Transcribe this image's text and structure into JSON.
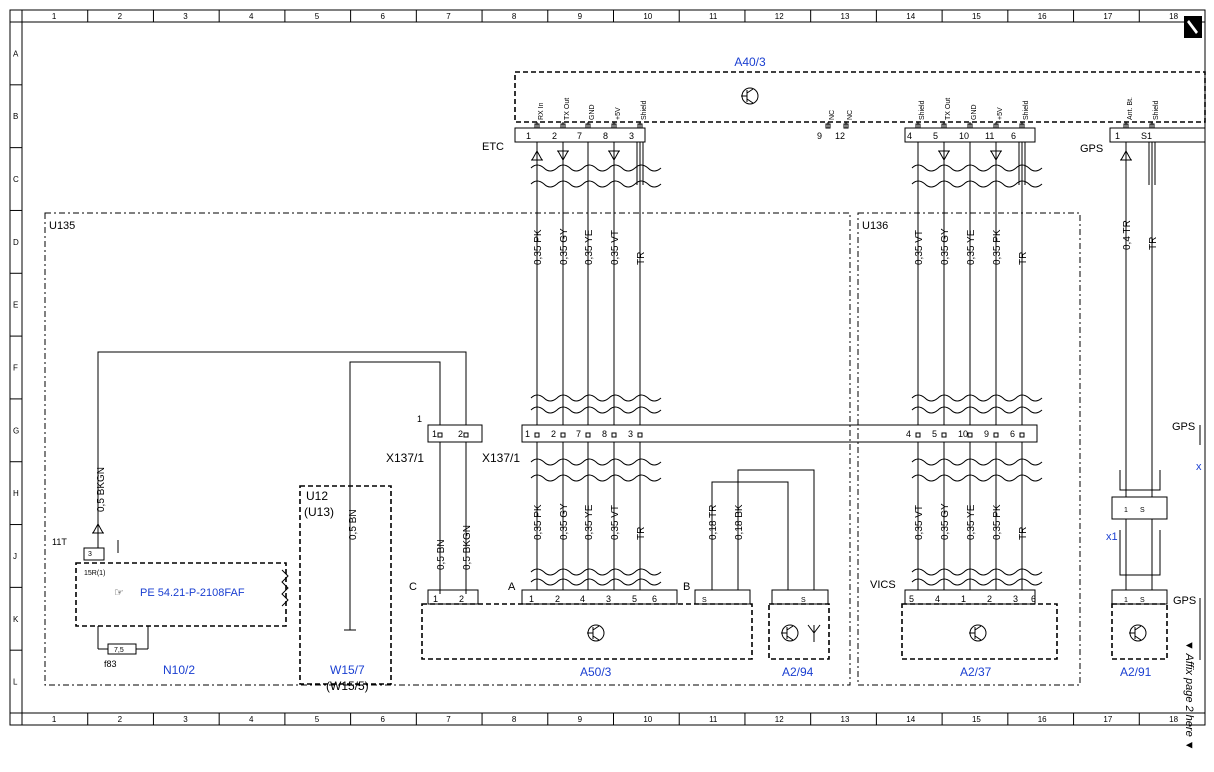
{
  "grid": {
    "columns": [
      "1",
      "2",
      "3",
      "4",
      "5",
      "6",
      "7",
      "8",
      "9",
      "10",
      "11",
      "12",
      "13",
      "14",
      "15",
      "16",
      "17",
      "18"
    ],
    "rows": [
      "A",
      "B",
      "C",
      "D",
      "E",
      "F",
      "G",
      "H",
      "J",
      "K",
      "L"
    ]
  },
  "components": {
    "a40_3": "A40/3",
    "u135": "U135",
    "u136": "U136",
    "u12": "U12",
    "u13": "(U13)",
    "n10_2": "N10/2",
    "w15_7": "W15/7",
    "w15_5": "(W15/5)",
    "a50_3": "A50/3",
    "a2_94": "A2/94",
    "a2_37": "A2/37",
    "a2_91": "A2/91",
    "x137_1a": "X137/1",
    "x137_1b": "X137/1",
    "x1": "x1",
    "x_edge": "x"
  },
  "connector_labels": {
    "etc": "ETC",
    "gps_top": "GPS",
    "gps_mid": "GPS",
    "gps_bottom": "GPS",
    "vics": "VICS",
    "conn_a": "A",
    "conn_b": "B",
    "conn_c": "C",
    "t11": "11T",
    "r15": "15R(1)",
    "fuse_val": "7,5",
    "fuse_name": "f83",
    "one": "1",
    "three": "3"
  },
  "reference": {
    "text": "PE 54.21-P-2108FAF",
    "icon": "hand-pointer-icon"
  },
  "a40_pins_left": [
    {
      "num": "1",
      "sig": "RX In"
    },
    {
      "num": "2",
      "sig": "TX Out"
    },
    {
      "num": "7",
      "sig": "GND"
    },
    {
      "num": "8",
      "sig": "+5V"
    },
    {
      "num": "3",
      "sig": "Shield"
    }
  ],
  "a40_pins_nc": [
    {
      "num": "9",
      "sig": "NC"
    },
    {
      "num": "12",
      "sig": "NC"
    }
  ],
  "a40_pins_right": [
    {
      "num": "4",
      "sig": "Shield"
    },
    {
      "num": "5",
      "sig": "TX Out"
    },
    {
      "num": "10",
      "sig": "GND"
    },
    {
      "num": "11",
      "sig": "+5V"
    },
    {
      "num": "6",
      "sig": "Shield"
    }
  ],
  "a40_pins_gps": [
    {
      "num": "1",
      "sig": "Ant. Bt."
    },
    {
      "num": "S1",
      "sig": "Shield"
    }
  ],
  "wires_etc_upper": [
    "0,35 PK",
    "0,35 GY",
    "0,35 YE",
    "0,35 VT",
    "TR"
  ],
  "wires_etc_lower": [
    "0,35 PK",
    "0,35 GY",
    "0,35 YE",
    "0,35 VT",
    "TR"
  ],
  "wires_vics_upper": [
    "0,35 VT",
    "0,35 GY",
    "0,35 YE",
    "0,35 PK",
    "TR"
  ],
  "wires_vics_lower": [
    "0,35 VT",
    "0,35 GY",
    "0,35 YE",
    "0,35 PK",
    "TR"
  ],
  "wires_gps": [
    "0,4 TR",
    "TR"
  ],
  "wires_b": [
    "0,18 TR",
    "0,18 BK"
  ],
  "wires_c": [
    "0,5 BN",
    "0,5 BKGN"
  ],
  "wire_n10": "0,5 BKGN",
  "wire_u12": "0,5 BN",
  "x137_left_pins": [
    "1",
    "2"
  ],
  "x137_right_pins": [
    "1",
    "2",
    "7",
    "8",
    "3"
  ],
  "x137_vics_pins": [
    "4",
    "5",
    "10",
    "9",
    "6"
  ],
  "a50_c_pins": [
    "1",
    "2"
  ],
  "a50_a_pins": [
    "1",
    "2",
    "4",
    "3",
    "5",
    "6"
  ],
  "a294_pins": [
    "S"
  ],
  "a237_pins": [
    "5",
    "4",
    "1",
    "2",
    "3",
    "6"
  ],
  "a291_pins": [
    "1",
    "S"
  ],
  "x1_pins": [
    "1",
    "S"
  ],
  "b_pins": [
    "S"
  ],
  "affix_note": "▼ Affix page 2 here ▼",
  "colors": {
    "line": "#000000",
    "blue": "#1a3fd1",
    "grid_line": "#000000"
  }
}
